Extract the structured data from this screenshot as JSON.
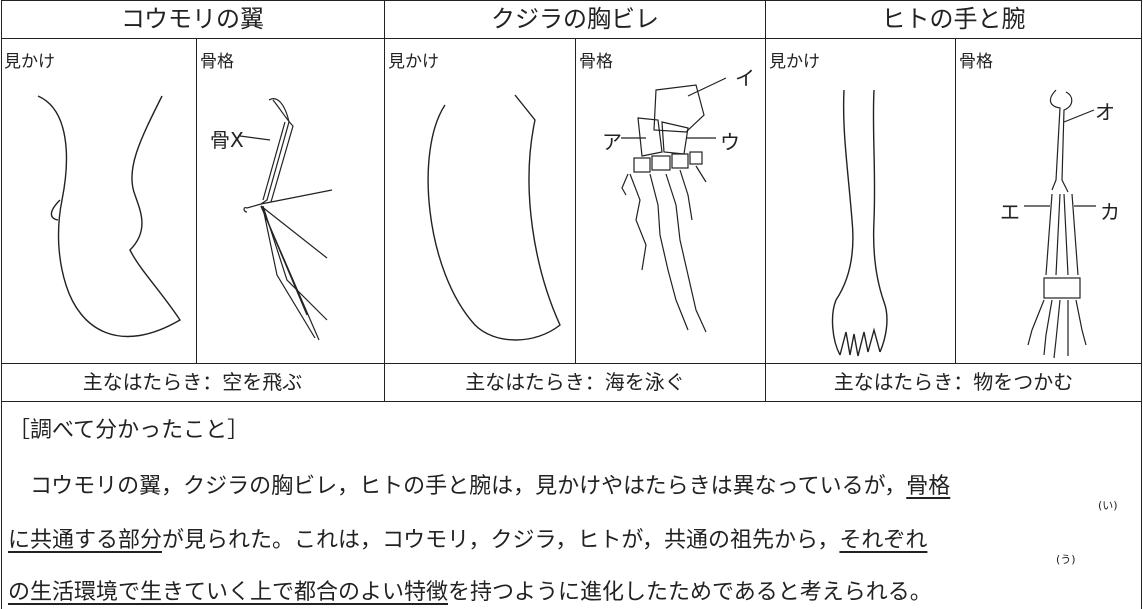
{
  "columns": [
    {
      "title": "コウモリの翼",
      "appearance_label": "見かけ",
      "skeleton_label": "骨格",
      "function": "主なはたらき：空を飛ぶ"
    },
    {
      "title": "クジラの胸ビレ",
      "appearance_label": "見かけ",
      "skeleton_label": "骨格",
      "function": "主なはたらき：海を泳ぐ"
    },
    {
      "title": "ヒトの手と腕",
      "appearance_label": "見かけ",
      "skeleton_label": "骨格",
      "function": "主なはたらき：物をつかむ"
    }
  ],
  "labels": {
    "bone_x": "骨X",
    "a": "ア",
    "i": "イ",
    "u": "ウ",
    "e": "エ",
    "o": "オ",
    "ka": "カ"
  },
  "findings": {
    "title": "［調べて分かったこと］",
    "line1_a": "　コウモリの翼，クジラの胸ビレ，ヒトの手と腕は，見かけやはたらきは異なっているが，",
    "line1_ul": "骨格",
    "line2_ul": "に共通する部分",
    "line2_b": "が見られた。これは，コウモリ，クジラ，ヒトが，共通の祖先から，",
    "line2_ul2": "それぞれ",
    "line3_ul": "の生活環境で生きていく上で都合のよい特徴",
    "line3_b": "を持つように進化したためであると考えられる。",
    "mark_i": "(い)",
    "mark_u": "(う)"
  }
}
